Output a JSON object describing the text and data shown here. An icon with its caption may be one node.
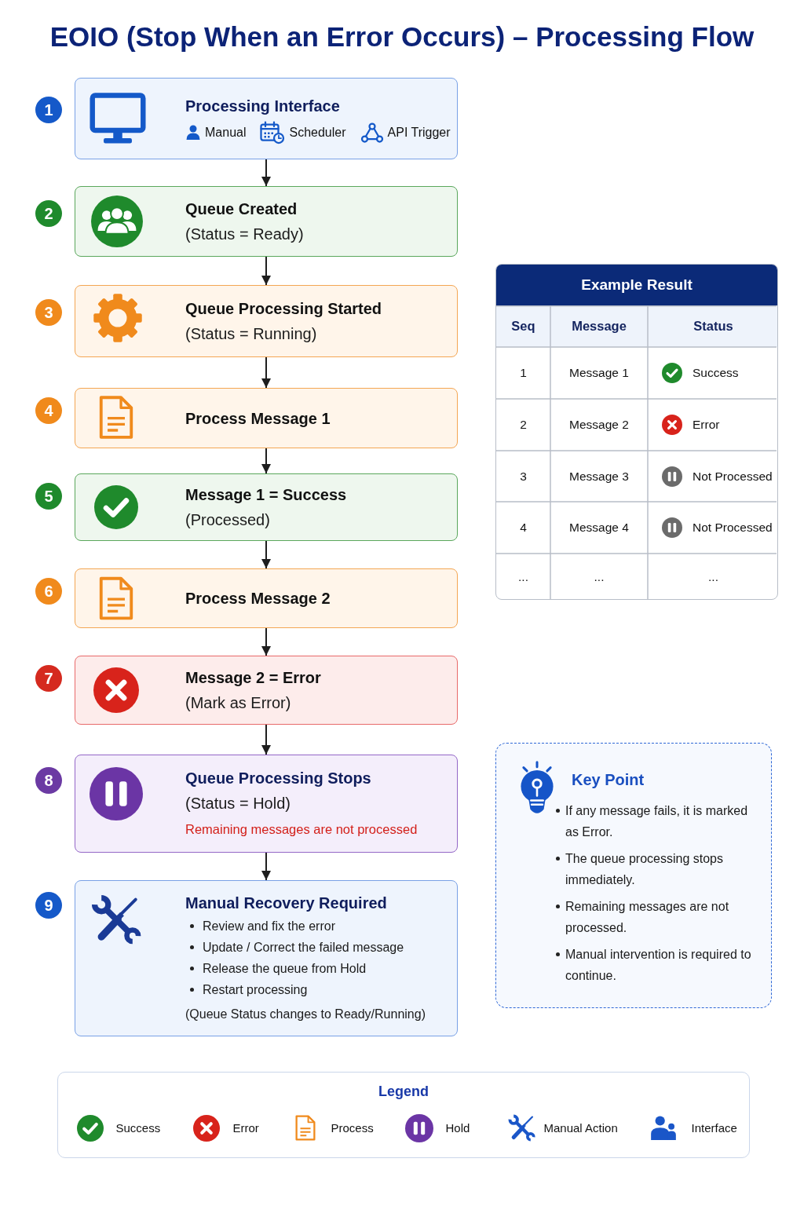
{
  "diagram": {
    "title": "EOIO (Stop When an Error Occurs) – Processing Flow",
    "nodes": [
      {
        "text": [
          "Processing Interface",
          "Manual",
          "Scheduler",
          "API Trigger"
        ],
        "beside": [
          "1"
        ]
      },
      {
        "text": [
          "Queue Created",
          "(Status = Ready)"
        ],
        "beside": [
          "2"
        ]
      },
      {
        "text": [
          "Queue Processing Started",
          "(Status = Running)"
        ],
        "beside": [
          "3"
        ]
      },
      {
        "text": [
          "Process Message 1"
        ],
        "beside": [
          "4"
        ]
      },
      {
        "text": [
          "Message 1 = Success",
          "(Processed)"
        ],
        "beside": [
          "5"
        ]
      },
      {
        "text": [
          "Process Message 2"
        ],
        "beside": [
          "6"
        ]
      },
      {
        "text": [
          "Message 2 = Error",
          "(Mark as Error)"
        ],
        "beside": [
          "7"
        ]
      },
      {
        "text": [
          "Queue Processing Stops",
          "(Status = Hold)",
          "Remaining messages are not processed"
        ],
        "beside": [
          "8"
        ]
      },
      {
        "text": [
          "Manual Recovery Required",
          "Review and fix the error",
          "Update / Correct the failed message",
          "Release the queue from Hold",
          "Restart processing",
          "(Queue Status changes to Ready/Running)"
        ],
        "beside": [
          "9"
        ]
      },
      {
        "text": [
          "Key Point",
          "If any message fails, it is marked as Error.",
          "The queue processing stops immediately.",
          "Remaining messages are not processed.",
          "Manual intervention is required to continue."
        ]
      }
    ],
    "edges": [
      {
        "from": 0,
        "to": 1,
        "arrow": "to"
      },
      {
        "from": 1,
        "to": 2,
        "arrow": "to"
      },
      {
        "from": 2,
        "to": 3,
        "arrow": "to"
      },
      {
        "from": 3,
        "to": 4,
        "arrow": "to"
      },
      {
        "from": 4,
        "to": 5,
        "arrow": "to"
      },
      {
        "from": 5,
        "to": 6,
        "arrow": "to"
      },
      {
        "from": 6,
        "to": 7,
        "arrow": "to"
      },
      {
        "from": 7,
        "to": 8,
        "arrow": "to"
      }
    ],
    "labels": [
      "Example Result",
      "Seq",
      "Message",
      "Status",
      "1",
      "Message 1",
      "Success",
      "2",
      "Message 2",
      "Error",
      "3",
      "Message 3",
      "Not Processed",
      "4",
      "Message 4",
      "Not Processed",
      "...",
      "...",
      "...",
      "Legend"
    ],
    "legend": [
      {
        "text": "Success"
      },
      {
        "text": "Error"
      },
      {
        "text": "Process"
      },
      {
        "text": "Hold"
      },
      {
        "text": "Manual Action"
      },
      {
        "text": "Interface"
      }
    ]
  }
}
